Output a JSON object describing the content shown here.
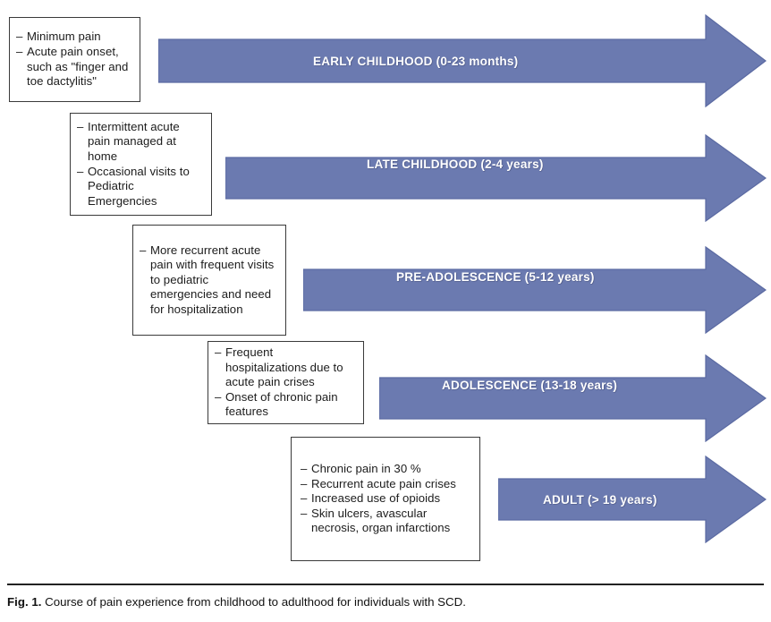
{
  "figure": {
    "caption_label": "Fig. 1.",
    "caption_text": "Course of pain experience from childhood to adulthood for individuals with SCD.",
    "arrow_color": "#6b7ab0",
    "arrow_edge_color": "#5b6aa2",
    "box_border_color": "#3a3a3a",
    "text_color": "#1c1c1c"
  },
  "stages": [
    {
      "id": "early-childhood",
      "arrow_label": "EARLY CHILDHOOD (0-23 months)",
      "notes": [
        "Minimum pain",
        "Acute pain onset, such as \"finger and toe dactylitis\""
      ]
    },
    {
      "id": "late-childhood",
      "arrow_label": "LATE CHILDHOOD (2-4 years)",
      "notes": [
        "Intermittent acute pain managed at home",
        "Occasional visits to Pediatric Emergencies"
      ]
    },
    {
      "id": "pre-adolescence",
      "arrow_label": "PRE-ADOLESCENCE (5-12 years)",
      "notes": [
        "More recurrent acute pain with frequent visits to pediatric emergencies and need for hospitalization"
      ]
    },
    {
      "id": "adolescence",
      "arrow_label": "ADOLESCENCE (13-18 years)",
      "notes": [
        "Frequent hospitalizations due to acute pain crises",
        "Onset of chronic pain features"
      ]
    },
    {
      "id": "adult",
      "arrow_label": "ADULT (> 19 years)",
      "notes": [
        "Chronic pain in 30 %",
        "Recurrent acute pain crises",
        "Increased use of opioids",
        "Skin ulcers, avascular necrosis, organ infarctions"
      ]
    }
  ]
}
